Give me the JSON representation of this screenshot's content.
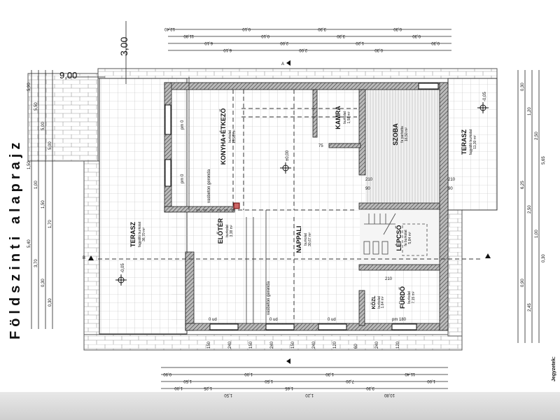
{
  "title": "Földszinti alaprajz",
  "notes_label": "Jegyzetek:",
  "top_height_label": "3,00",
  "terrace_width_label": "9,00",
  "rooms": {
    "kitchen": {
      "name": "KONYHA+ÉTKEZŐ",
      "sub": "burkolat",
      "area": "15,95 m²"
    },
    "pantry": {
      "name": "KAMRA",
      "sub": "burkolat",
      "area": "1,58 m²"
    },
    "room": {
      "name": "SZOBA",
      "sub": "fa parketta",
      "area": "16,50 m²"
    },
    "terrace_right": {
      "name": "TERASZ",
      "sub": "fagyálló burkolat",
      "area": "11,30 m²"
    },
    "terrace_left": {
      "name": "TERASZ",
      "sub": "fagyálló burkolat",
      "area": "36,70 m²"
    },
    "hall": {
      "name": "ELŐTÉR",
      "sub": "burkolat",
      "area": "3,38 m²"
    },
    "living": {
      "name": "NAPPALI",
      "sub": "burkolat",
      "area": "30,67 m²"
    },
    "stairs": {
      "name": "LÉPCSŐ",
      "sub": "fa burkolat",
      "area": "5,84 m²"
    },
    "bath": {
      "name": "FÜRDŐ",
      "sub": "burkolat",
      "area": "7,15 m²"
    },
    "corridor": {
      "name": "KÖZL",
      "sub": "burkolat",
      "area": "1,64 m²"
    }
  },
  "annotations": {
    "beam1": "vasbeton gerenda",
    "beam2": "vasbeton gerenda",
    "parapet1": "pm 0",
    "parapet2": "pm 0",
    "parapet3": "0 ud",
    "parapet4": "0 ud",
    "parapet5": "0 ud",
    "parapet6": "pm 180",
    "door1": "90",
    "door2": "90",
    "door3": "210",
    "door4": "210",
    "door5": "75",
    "door6": "210",
    "level1": "±0,00",
    "level2": "-0,05",
    "level3": "-0,05",
    "section_a": "A",
    "section_b": "B"
  },
  "dims_top": [
    "12,40",
    "11,80",
    "6,10",
    "6,10",
    "0,10",
    "0,10",
    "2,00",
    "2,00",
    "3,30",
    "3,30",
    "1,20",
    "0,30",
    "0,30",
    "0,30",
    "0,30"
  ],
  "dims_bottom": [
    "0,90",
    "1,50",
    "1,25",
    "1,50",
    "1,00",
    "1,50",
    "1,65",
    "1,20",
    "1,30",
    "7,20",
    "3,30",
    "10,80",
    "11,40",
    "1,00",
    "1,00"
  ],
  "dims_left": [
    "5,90",
    "5,50",
    "5,00",
    "5,00",
    "1,50",
    "1,00",
    "1,50",
    "1,70",
    "5,40",
    "3,70",
    "0,30",
    "0,30"
  ],
  "dims_right": [
    "0,30",
    "1,20",
    "2,50",
    "5,65",
    "6,25",
    "2,50",
    "1,00",
    "0,30",
    "0,90",
    "2,45"
  ],
  "dims_openings": [
    "150",
    "240",
    "150",
    "240",
    "150",
    "240",
    "120",
    "60",
    "240",
    "120"
  ]
}
